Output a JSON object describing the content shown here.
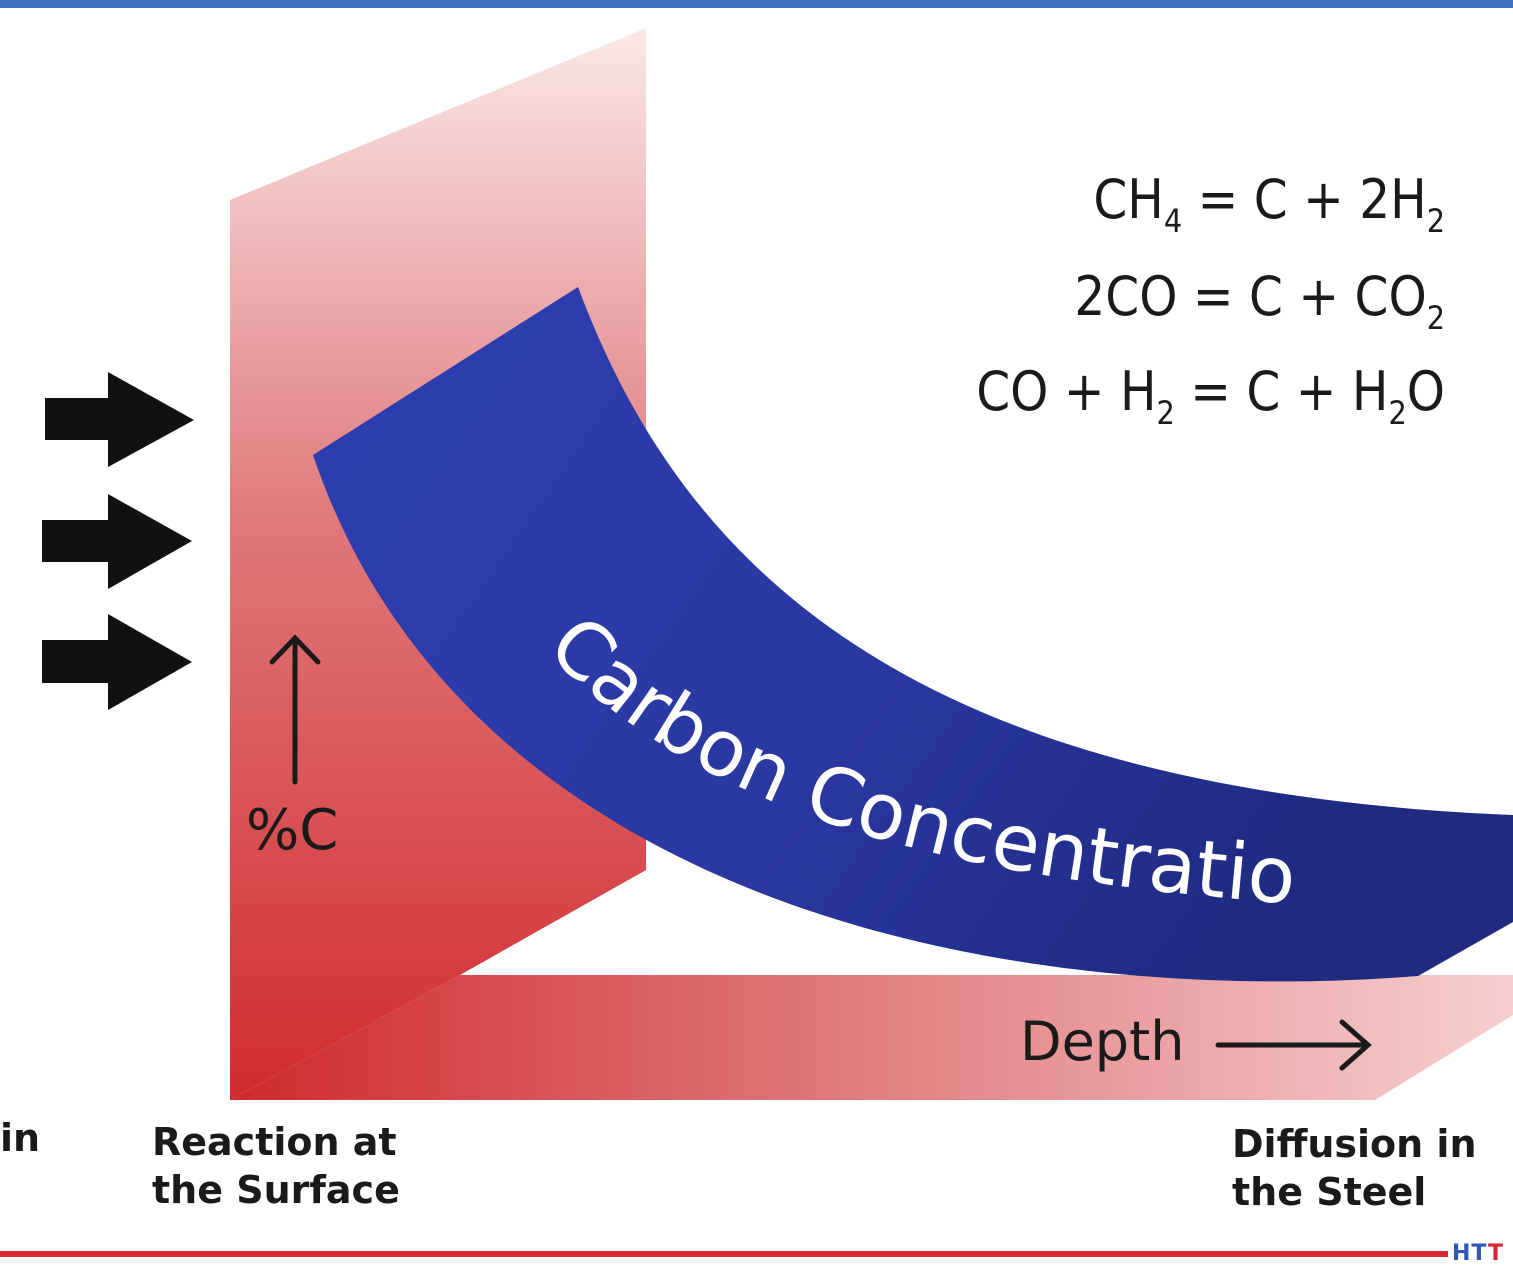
{
  "diagram": {
    "equations": [
      {
        "parts": [
          [
            "CH",
            "4"
          ],
          [
            " = C + 2H",
            "2"
          ]
        ]
      },
      {
        "parts": [
          [
            "2CO = C + CO",
            "2"
          ]
        ]
      },
      {
        "parts": [
          [
            "CO + H",
            "2"
          ],
          [
            " = C + H",
            "2"
          ],
          [
            "O",
            ""
          ]
        ]
      }
    ],
    "curve_label": "Carbon Concentration",
    "y_axis_label": "%C",
    "x_axis_label": "Depth",
    "left_label": [
      "Reaction at",
      "the Surface"
    ],
    "right_label": [
      "Diffusion in",
      "the Steel"
    ],
    "cut_off_label": "in",
    "logo": {
      "ht": "HT",
      "t": "T"
    }
  },
  "colors": {
    "surface_red": "#d22b2f",
    "curve_blue": "#2a3aa6",
    "top_bar": "#3f6fbf",
    "bottom_line": "#d8262e"
  }
}
